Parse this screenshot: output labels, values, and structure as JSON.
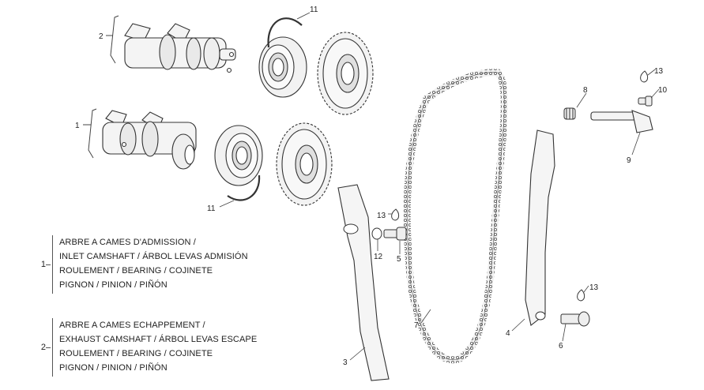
{
  "callouts": {
    "c2": "2",
    "c1": "1",
    "c11a": "11",
    "c11b": "11",
    "c3": "3",
    "c4": "4",
    "c5": "5",
    "c6": "6",
    "c7": "7",
    "c8": "8",
    "c9": "9",
    "c10": "10",
    "c12": "12",
    "c13a": "13",
    "c13b": "13",
    "c13c": "13"
  },
  "legend": [
    {
      "number": "1",
      "lines": [
        "ARBRE A CAMES D'ADMISSION /",
        "INLET CAMSHAFT / ÁRBOL LEVAS ADMISIÓN",
        "ROULEMENT / BEARING / COJINETE",
        "PIGNON / PINION / PIÑÓN"
      ]
    },
    {
      "number": "2",
      "lines": [
        "ARBRE A CAMES ECHAPPEMENT /",
        "EXHAUST CAMSHAFT / ÁRBOL LEVAS ESCAPE",
        "ROULEMENT / BEARING / COJINETE",
        "PIGNON / PINION / PIÑÓN"
      ]
    }
  ]
}
